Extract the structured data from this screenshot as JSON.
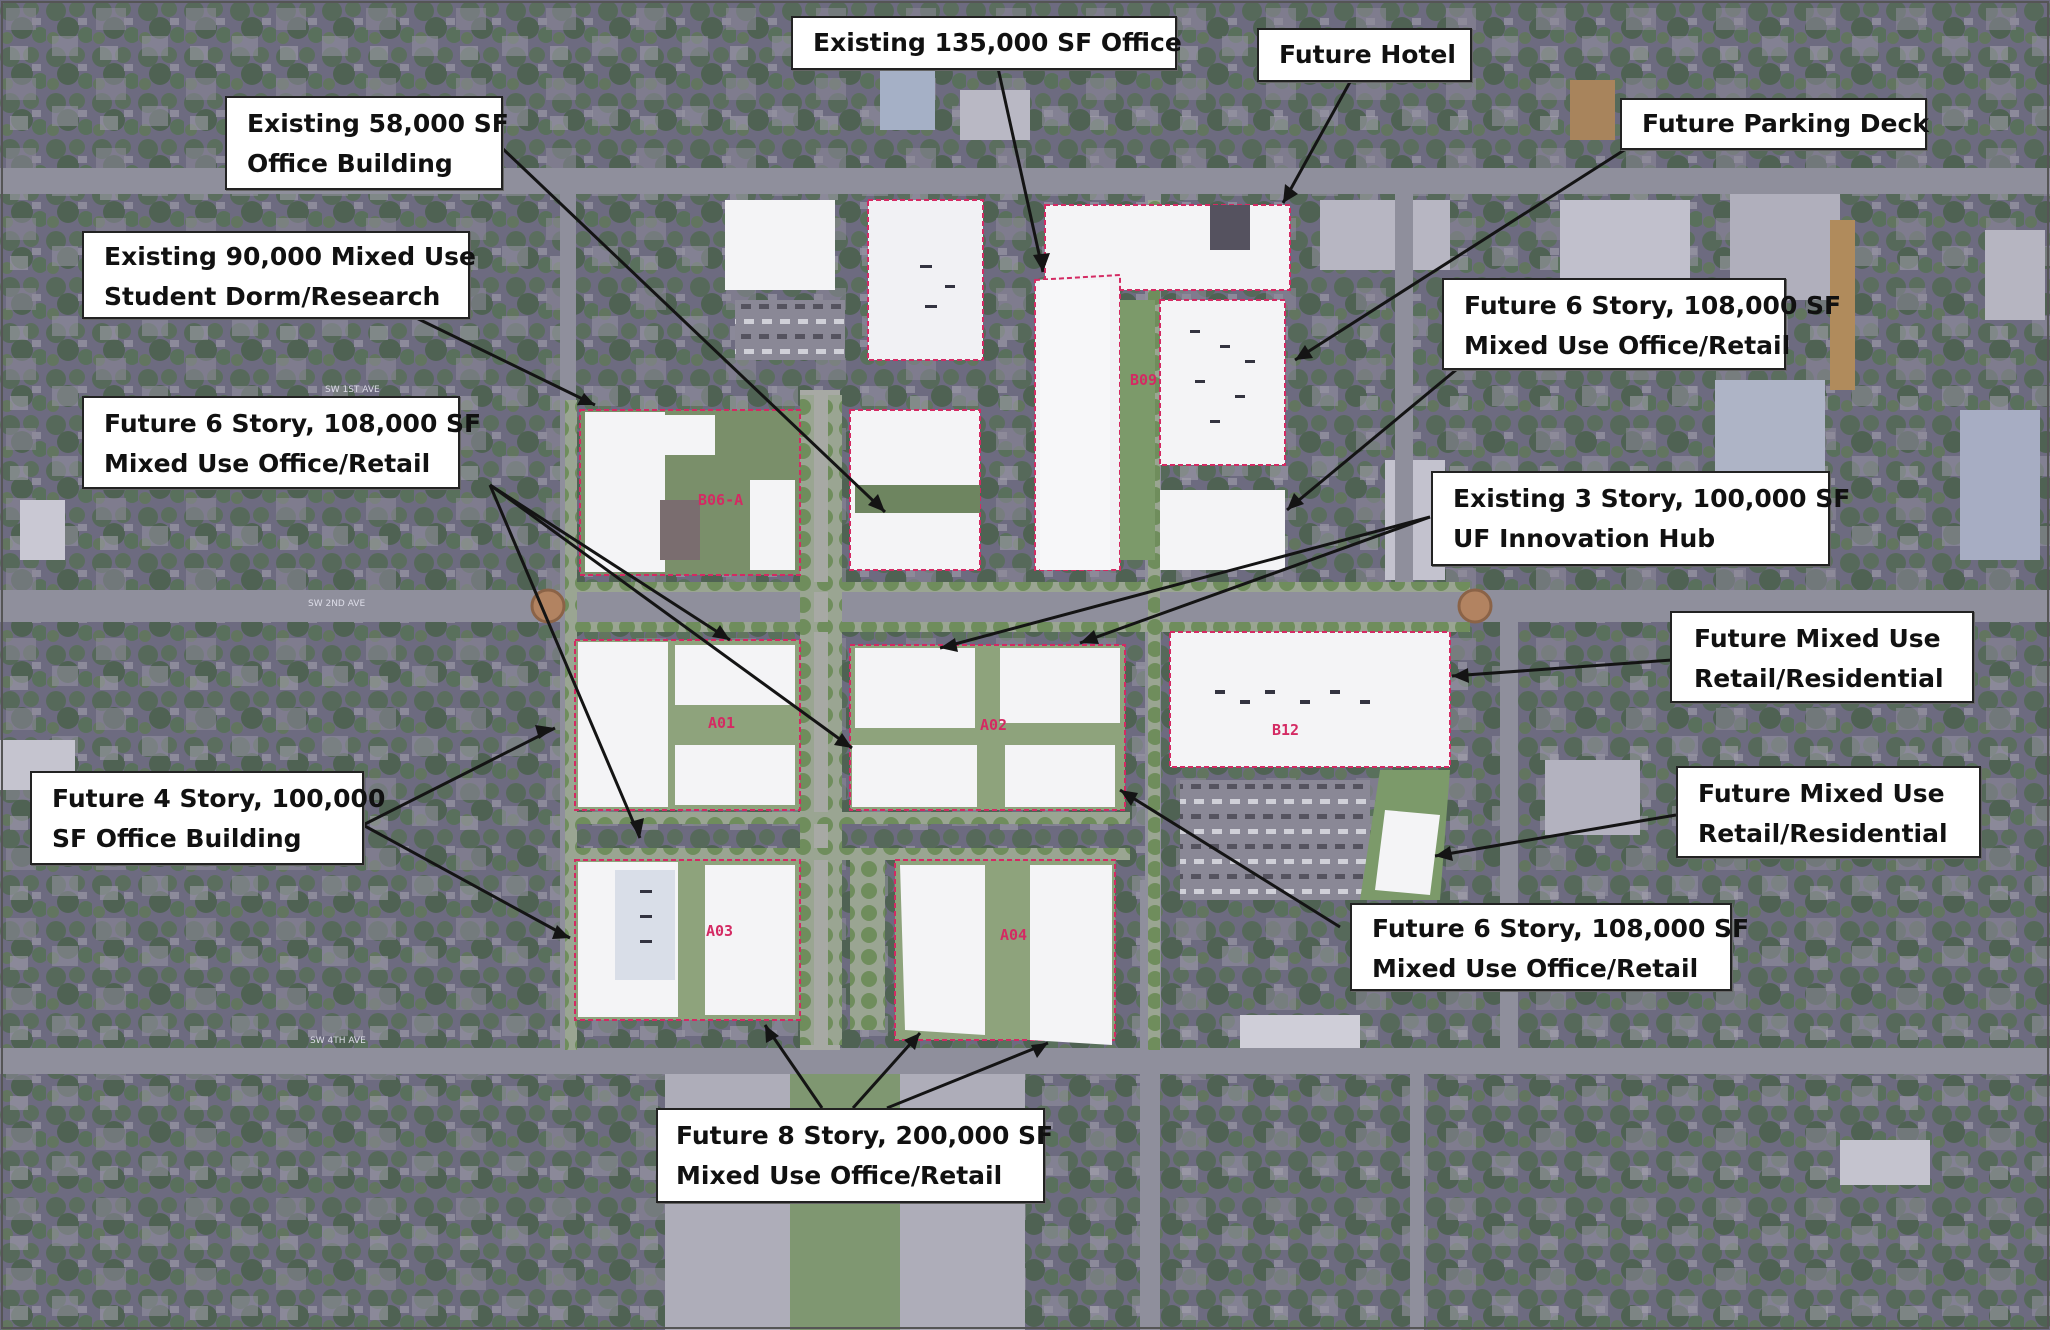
{
  "colors": {
    "aerial_bg": "#6f6b84",
    "tree_canopy": "#4e6450",
    "road": "#8f8f9c",
    "building": "#f4f4f6",
    "lot_outline": "#d42a63",
    "landscape": "#7c9a6a"
  },
  "lot_labels": {
    "a01": "A01",
    "a02": "A02",
    "a03": "A03",
    "a04": "A04",
    "b06a": "B06-A",
    "b09": "B09",
    "b12": "B12"
  },
  "street_labels": {
    "first": "SW 1ST AVE",
    "second": "SW 2ND AVE",
    "fourth": "SW 4TH AVE"
  },
  "callouts": {
    "office_135k": [
      "Existing 135,000 SF Office"
    ],
    "future_hotel": [
      "Future Hotel"
    ],
    "parking_deck": [
      "Future Parking Deck"
    ],
    "office_58k": [
      "Existing 58,000 SF",
      "Office Building"
    ],
    "dorm_90k": [
      "Existing 90,000 Mixed Use",
      "Student Dorm/Research"
    ],
    "mixed_6story_right": [
      "Future 6 Story, 108,000 SF",
      "Mixed Use Office/Retail"
    ],
    "mixed_6story_left": [
      "Future 6 Story, 108,000 SF",
      "Mixed Use Office/Retail"
    ],
    "innovation_hub": [
      "Existing 3 Story, 100,000 SF",
      "UF Innovation Hub"
    ],
    "retail_res_1": [
      "Future Mixed Use",
      "Retail/Residential"
    ],
    "retail_res_2": [
      "Future Mixed Use",
      "Retail/Residential"
    ],
    "office_4story": [
      "Future 4 Story, 100,000",
      "SF Office Building"
    ],
    "mixed_6story_bottom": [
      "Future 6 Story, 108,000 SF",
      "Mixed Use Office/Retail"
    ],
    "mixed_8story": [
      "Future 8 Story, 200,000 SF",
      "Mixed Use Office/Retail"
    ]
  }
}
